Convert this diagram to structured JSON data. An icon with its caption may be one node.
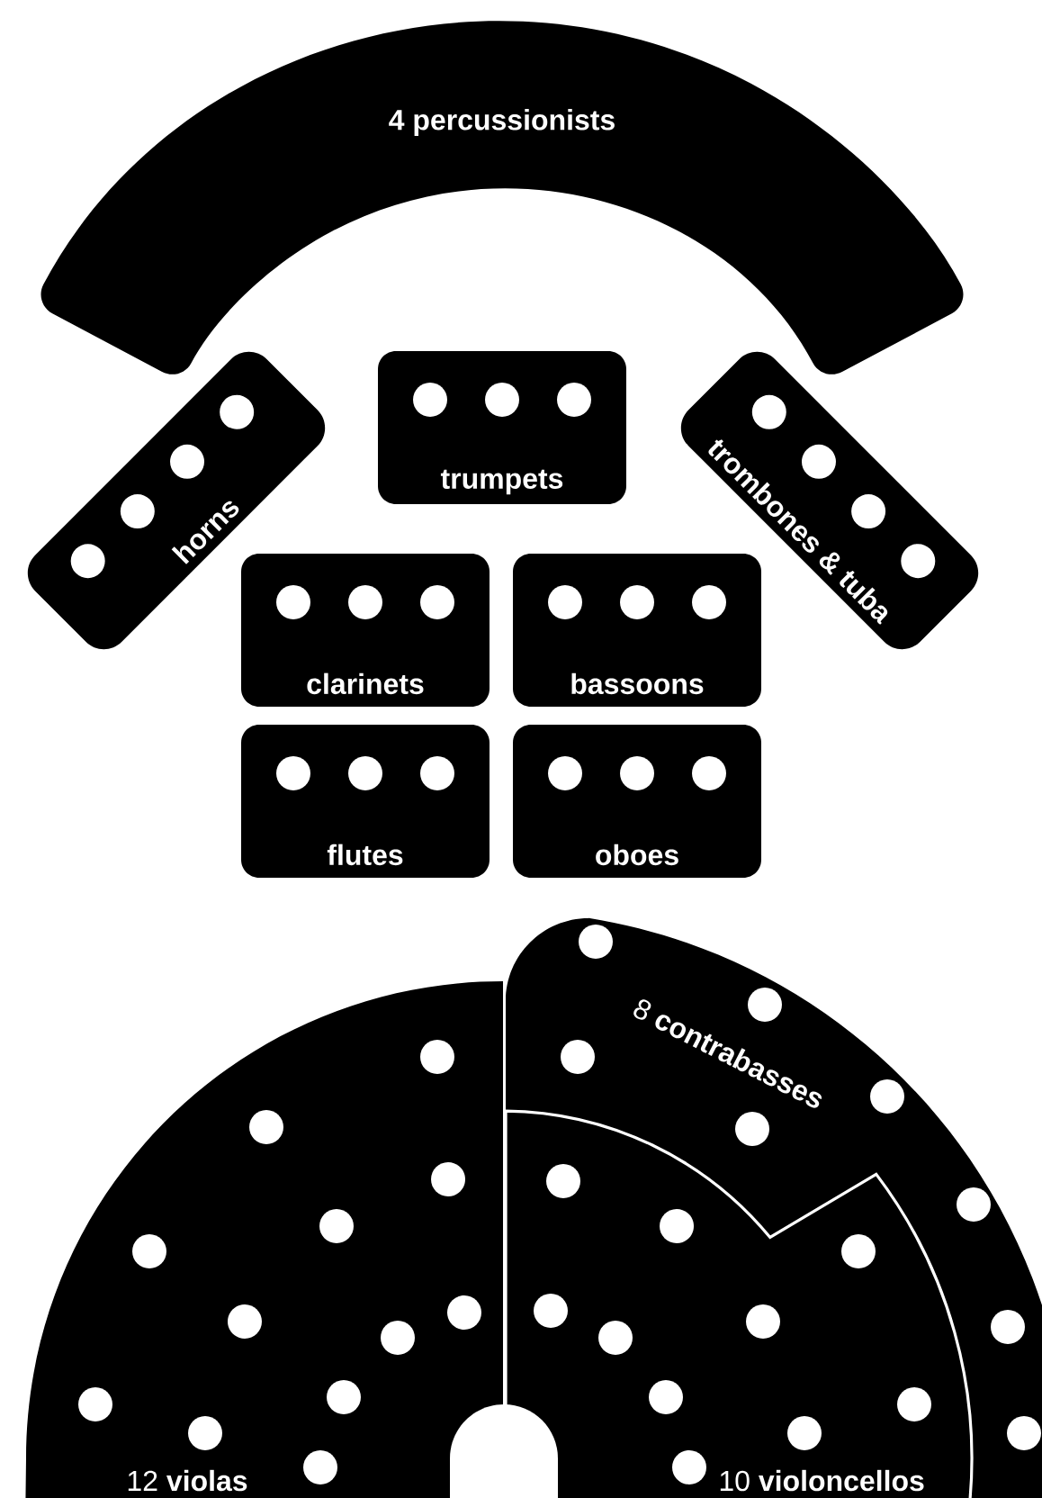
{
  "diagram": {
    "nodes": [
      {
        "text": [
          "4 percussionists"
        ]
      },
      {
        "text": [
          "horns"
        ]
      },
      {
        "text": [
          "trumpets"
        ]
      },
      {
        "text": [
          "trombones & tuba"
        ]
      },
      {
        "text": [
          "clarinets"
        ]
      },
      {
        "text": [
          "bassoons"
        ]
      },
      {
        "text": [
          "flutes"
        ]
      },
      {
        "text": [
          "oboes"
        ]
      },
      {
        "text": [
          "12 **violas**"
        ]
      },
      {
        "text": [
          "8 **contrabasses**"
        ]
      },
      {
        "text": [
          "10 **violoncellos**"
        ],
        "in": 9
      }
    ]
  }
}
